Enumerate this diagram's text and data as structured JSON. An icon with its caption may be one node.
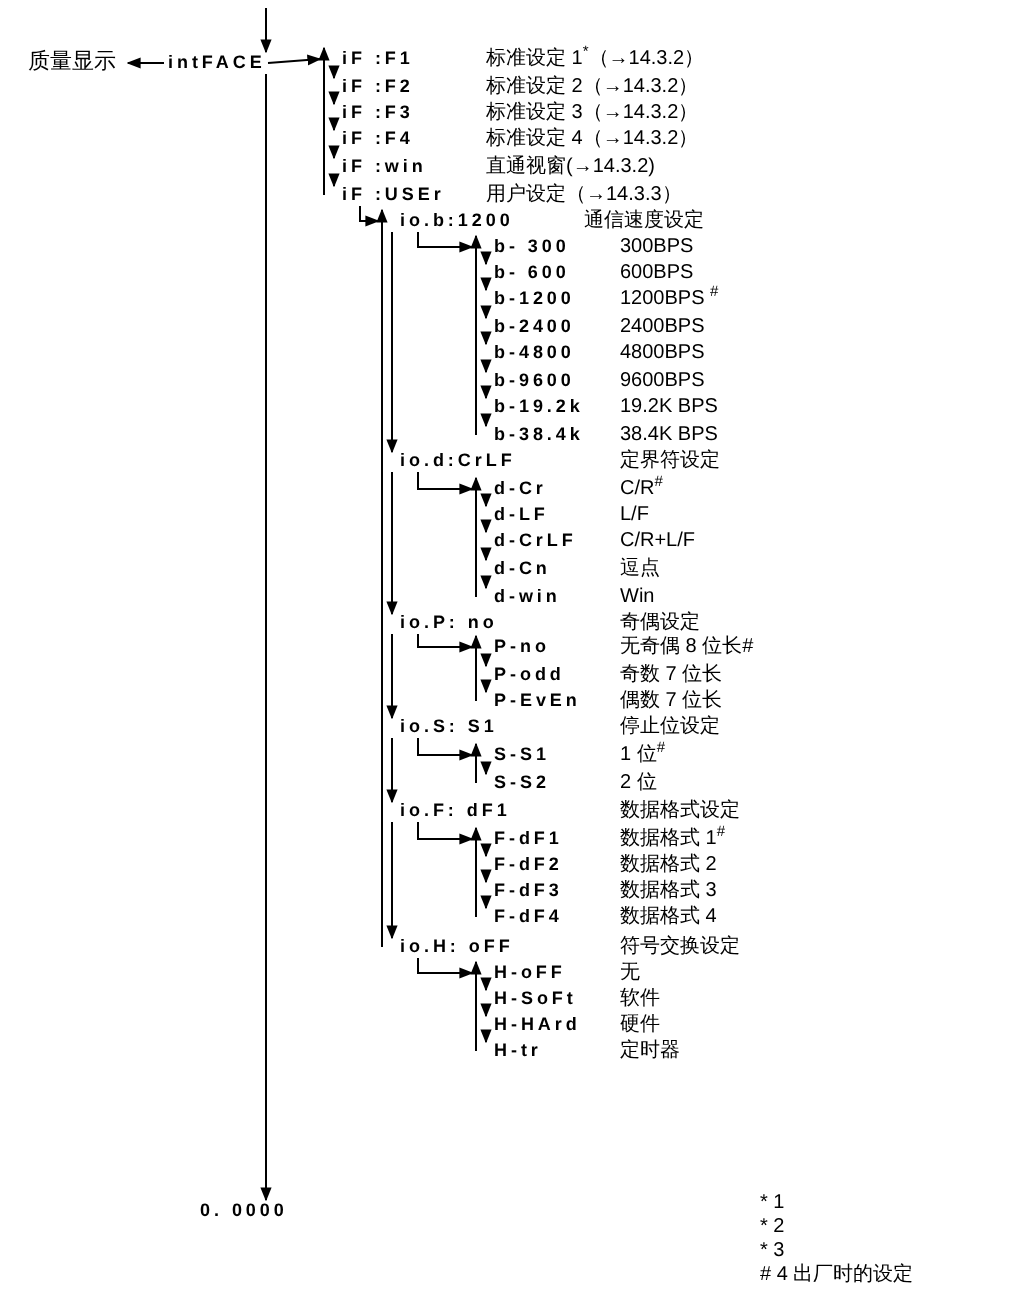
{
  "diagram": {
    "nodes": [
      {
        "text": [
          "质量显示"
        ]
      },
      {
        "text": [
          "intFACE"
        ]
      },
      {
        "text": [
          "iF :F1",
          "标准设定 1$^{*}$（→14.3.2）"
        ]
      },
      {
        "text": [
          "iF :F2",
          "标准设定 2（→14.3.2）"
        ]
      },
      {
        "text": [
          "iF :F3",
          "标准设定 3（→14.3.2）"
        ]
      },
      {
        "text": [
          "iF :F4",
          "标准设定 4（→14.3.2）"
        ]
      },
      {
        "text": [
          "iF :win",
          "直通视窗(→14.3.2)"
        ]
      },
      {
        "text": [
          "iF :USEr",
          "用户设定（→14.3.3）"
        ]
      },
      {
        "text": [
          "io.b:1200",
          "通信速度设定"
        ]
      },
      {
        "text": [
          "b- 300",
          "300BPS"
        ]
      },
      {
        "text": [
          "b- 600",
          "600BPS"
        ]
      },
      {
        "text": [
          "b-1200",
          "1200BPS $^{#}$"
        ]
      },
      {
        "text": [
          "b-2400",
          "2400BPS"
        ]
      },
      {
        "text": [
          "b-4800",
          "4800BPS"
        ]
      },
      {
        "text": [
          "b-9600",
          "9600BPS"
        ]
      },
      {
        "text": [
          "b-19.2k",
          "19.2K BPS"
        ]
      },
      {
        "text": [
          "b-38.4k",
          "38.4K BPS"
        ]
      },
      {
        "text": [
          "io.d:CrLF",
          "定界符设定"
        ]
      },
      {
        "text": [
          "d-Cr",
          "C/R$^{#}$"
        ]
      },
      {
        "text": [
          "d-LF",
          "L/F"
        ]
      },
      {
        "text": [
          "d-CrLF",
          "C/R+L/F"
        ]
      },
      {
        "text": [
          "d-Cn",
          "逗点"
        ]
      },
      {
        "text": [
          "d-win",
          "Win"
        ]
      },
      {
        "text": [
          "io.P: no",
          "奇偶设定"
        ]
      },
      {
        "text": [
          "P-no",
          "无奇偶 8 位长#"
        ]
      },
      {
        "text": [
          "P-odd",
          "奇数 7 位长"
        ]
      },
      {
        "text": [
          "P-EvEn",
          "偶数 7 位长"
        ]
      },
      {
        "text": [
          "io.S: S1",
          "停止位设定"
        ]
      },
      {
        "text": [
          "S-S1",
          "1 位$^{#}$"
        ]
      },
      {
        "text": [
          "S-S2",
          "2 位"
        ]
      },
      {
        "text": [
          "io.F: dF1",
          "数据格式设定"
        ]
      },
      {
        "text": [
          "F-dF1",
          "数据格式 1$^{#}$"
        ]
      },
      {
        "text": [
          "F-dF2",
          "数据格式 2"
        ]
      },
      {
        "text": [
          "F-dF3",
          "数据格式 3"
        ]
      },
      {
        "text": [
          "F-dF4",
          "数据格式 4"
        ]
      },
      {
        "text": [
          "io.H: oFF",
          "符号交换设定"
        ]
      },
      {
        "text": [
          "H-oFF",
          "无"
        ]
      },
      {
        "text": [
          "H-SoFt",
          "软件"
        ]
      },
      {
        "text": [
          "H-HArd",
          "硬件"
        ]
      },
      {
        "text": [
          "H-tr",
          "定时器"
        ]
      },
      {
        "text": [
          "0. 0000"
        ]
      }
    ],
    "edges": [
      {
        "from": null,
        "to": 1,
        "arrow": "to"
      },
      {
        "from": 1,
        "to": 0,
        "arrow": "to"
      },
      {
        "from": 1,
        "to": 2,
        "arrow": "to"
      },
      {
        "from": 1,
        "to": 40,
        "arrow": "to"
      },
      {
        "from": 2,
        "to": 3,
        "arrow": "to"
      },
      {
        "from": 3,
        "to": 4,
        "arrow": "to"
      },
      {
        "from": 4,
        "to": 5,
        "arrow": "to"
      },
      {
        "from": 5,
        "to": 6,
        "arrow": "to"
      },
      {
        "from": 6,
        "to": 7,
        "arrow": "to"
      },
      {
        "from": 7,
        "to": 2,
        "arrow": "to"
      },
      {
        "from": 7,
        "to": 8,
        "arrow": "to"
      },
      {
        "from": 8,
        "to": 17,
        "arrow": "to"
      },
      {
        "from": 17,
        "to": 23,
        "arrow": "to"
      },
      {
        "from": 23,
        "to": 27,
        "arrow": "to"
      },
      {
        "from": 27,
        "to": 30,
        "arrow": "to"
      },
      {
        "from": 30,
        "to": 35,
        "arrow": "to"
      },
      {
        "from": 35,
        "to": 8,
        "arrow": "to"
      },
      {
        "from": 8,
        "to": 9,
        "arrow": "to"
      },
      {
        "from": 9,
        "to": 10,
        "arrow": "to"
      },
      {
        "from": 10,
        "to": 11,
        "arrow": "to"
      },
      {
        "from": 11,
        "to": 12,
        "arrow": "to"
      },
      {
        "from": 12,
        "to": 13,
        "arrow": "to"
      },
      {
        "from": 13,
        "to": 14,
        "arrow": "to"
      },
      {
        "from": 14,
        "to": 15,
        "arrow": "to"
      },
      {
        "from": 15,
        "to": 16,
        "arrow": "to"
      },
      {
        "from": 16,
        "to": 9,
        "arrow": "to"
      },
      {
        "from": 17,
        "to": 18,
        "arrow": "to"
      },
      {
        "from": 18,
        "to": 19,
        "arrow": "to"
      },
      {
        "from": 19,
        "to": 20,
        "arrow": "to"
      },
      {
        "from": 20,
        "to": 21,
        "arrow": "to"
      },
      {
        "from": 21,
        "to": 22,
        "arrow": "to"
      },
      {
        "from": 22,
        "to": 18,
        "arrow": "to"
      },
      {
        "from": 23,
        "to": 24,
        "arrow": "to"
      },
      {
        "from": 24,
        "to": 25,
        "arrow": "to"
      },
      {
        "from": 25,
        "to": 26,
        "arrow": "to"
      },
      {
        "from": 26,
        "to": 24,
        "arrow": "to"
      },
      {
        "from": 27,
        "to": 28,
        "arrow": "to"
      },
      {
        "from": 28,
        "to": 29,
        "arrow": "to"
      },
      {
        "from": 29,
        "to": 28,
        "arrow": "to"
      },
      {
        "from": 30,
        "to": 31,
        "arrow": "to"
      },
      {
        "from": 31,
        "to": 32,
        "arrow": "to"
      },
      {
        "from": 32,
        "to": 33,
        "arrow": "to"
      },
      {
        "from": 33,
        "to": 34,
        "arrow": "to"
      },
      {
        "from": 34,
        "to": 31,
        "arrow": "to"
      },
      {
        "from": 35,
        "to": 36,
        "arrow": "to"
      },
      {
        "from": 36,
        "to": 37,
        "arrow": "to"
      },
      {
        "from": 37,
        "to": 38,
        "arrow": "to"
      },
      {
        "from": 38,
        "to": 39,
        "arrow": "to"
      },
      {
        "from": 39,
        "to": 36,
        "arrow": "to"
      }
    ],
    "labels": [
      "* 1",
      "* 2",
      "* 3",
      "# 4 出厂时的设定"
    ]
  }
}
